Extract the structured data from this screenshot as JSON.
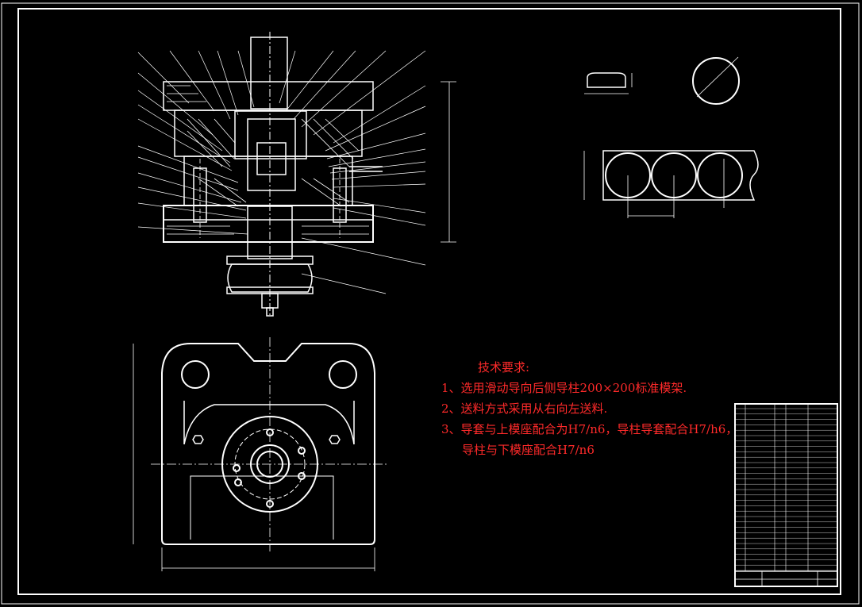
{
  "tech_requirements": {
    "title": "技术要求:",
    "items": [
      "1、选用滑动导向后侧导柱200×200标准模架.",
      "2、送料方式采用从右向左送料.",
      "3、导套与上模座配合为H7/n6，导柱导套配合H7/h6，",
      "导柱与下模座配合H7/n6"
    ]
  },
  "colors": {
    "background": "#000000",
    "lines": "#ffffff",
    "text_red": "#ff2a2a",
    "frame": "#ffffff"
  }
}
